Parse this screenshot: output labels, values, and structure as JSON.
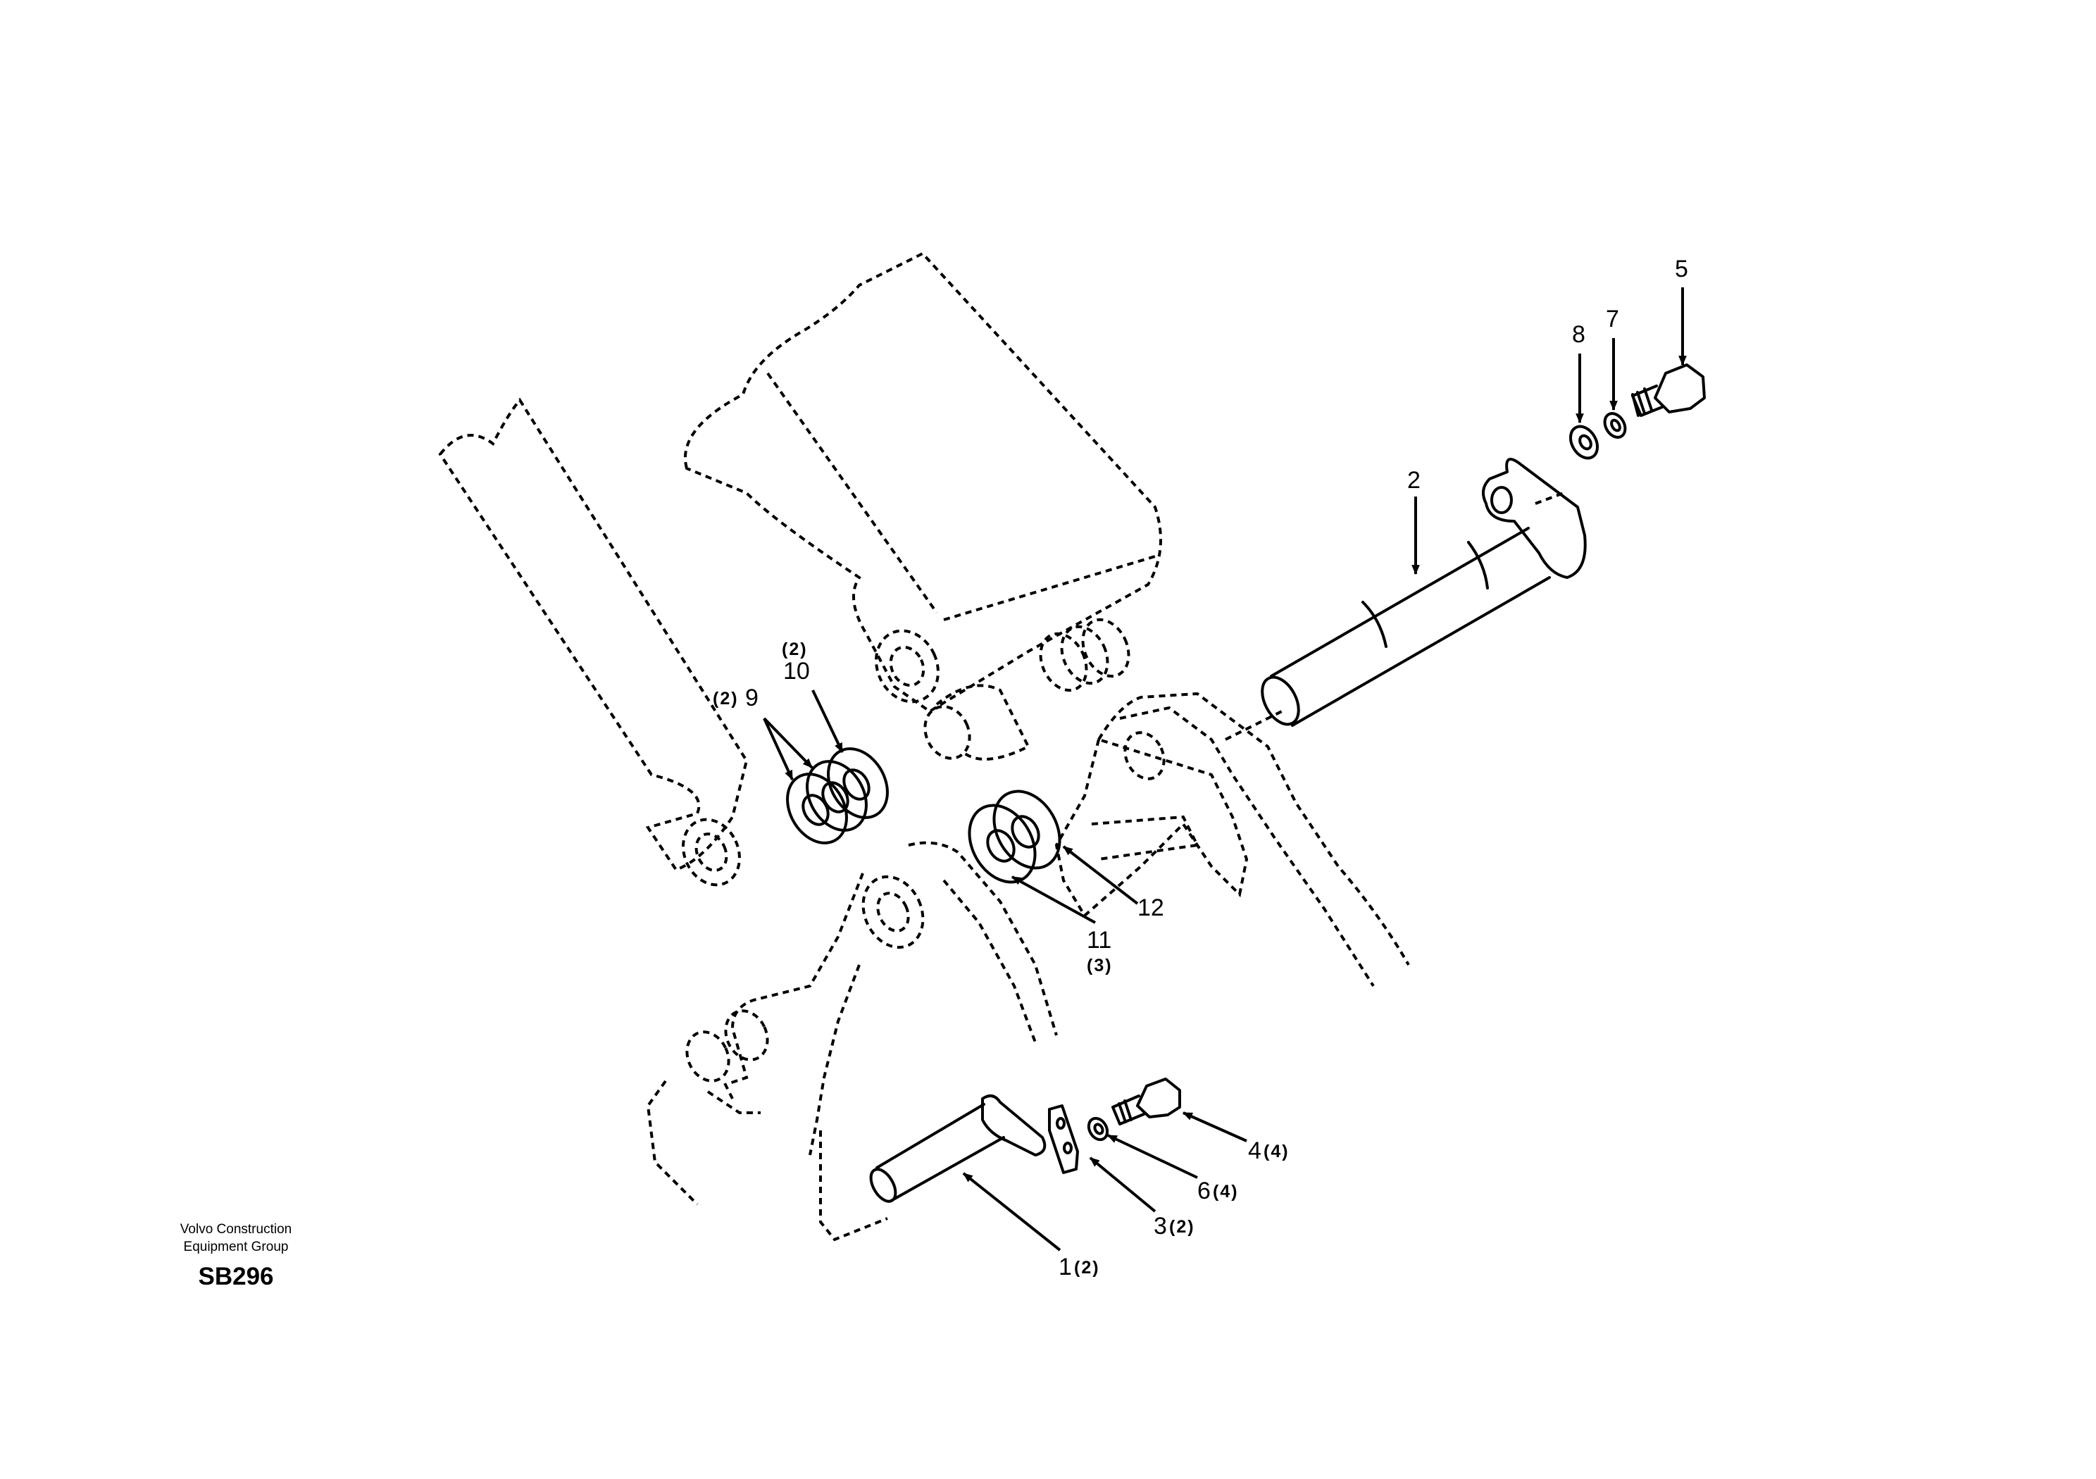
{
  "brand": {
    "line1": "Volvo Construction",
    "line2": "Equipment Group",
    "code": "SB296"
  },
  "callouts": [
    {
      "id": "1",
      "number": "1",
      "qty": "(2)"
    },
    {
      "id": "2",
      "number": "2",
      "qty": ""
    },
    {
      "id": "3",
      "number": "3",
      "qty": "(2)"
    },
    {
      "id": "4",
      "number": "4",
      "qty": "(4)"
    },
    {
      "id": "5",
      "number": "5",
      "qty": ""
    },
    {
      "id": "6",
      "number": "6",
      "qty": "(4)"
    },
    {
      "id": "7",
      "number": "7",
      "qty": ""
    },
    {
      "id": "8",
      "number": "8",
      "qty": ""
    },
    {
      "id": "9",
      "number": "9",
      "qty": "(2)"
    },
    {
      "id": "10",
      "number": "10",
      "qty": "(2)"
    },
    {
      "id": "11",
      "number": "11",
      "qty": "(3)"
    },
    {
      "id": "12",
      "number": "12",
      "qty": ""
    }
  ],
  "colors": {
    "ink": "#000000",
    "background": "#ffffff"
  }
}
